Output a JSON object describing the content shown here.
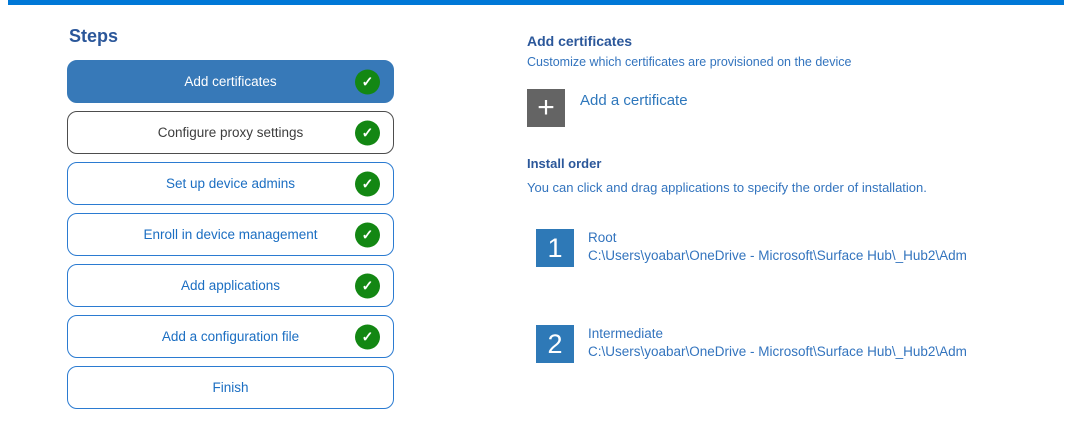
{
  "icons": {
    "check": "✓",
    "plus": "+"
  },
  "colors": {
    "accent_bar": "#0078d7",
    "selected_step": "#3779b8",
    "step_outline": "#2b7bd1",
    "check_green": "#138713",
    "heading_blue": "#2b579a",
    "body_blue": "#3374be",
    "badge_blue": "#2e79b7",
    "plus_gray": "#646464"
  },
  "steps_panel": {
    "title": "Steps",
    "steps": [
      {
        "label": "Add certificates",
        "state": "selected",
        "checked": true
      },
      {
        "label": "Configure proxy settings",
        "state": "gray-outline",
        "checked": true
      },
      {
        "label": "Set up device admins",
        "state": "blue-outline",
        "checked": true
      },
      {
        "label": "Enroll in device management",
        "state": "blue-outline",
        "checked": true
      },
      {
        "label": "Add applications",
        "state": "blue-outline",
        "checked": true
      },
      {
        "label": "Add a configuration file",
        "state": "blue-outline",
        "checked": true
      },
      {
        "label": "Finish",
        "state": "blue-outline",
        "checked": false
      }
    ]
  },
  "content": {
    "section_title": "Add certificates",
    "section_description": "Customize which certificates are provisioned on the device",
    "add_certificate_label": "Add a certificate",
    "install_order": {
      "title": "Install order",
      "description": "You can click and drag applications to specify the order of installation.",
      "items": [
        {
          "order": "1",
          "name": "Root",
          "path": "C:\\Users\\yoabar\\OneDrive - Microsoft\\Surface Hub\\_Hub2\\Adm"
        },
        {
          "order": "2",
          "name": "Intermediate",
          "path": "C:\\Users\\yoabar\\OneDrive - Microsoft\\Surface Hub\\_Hub2\\Adm"
        }
      ]
    }
  }
}
